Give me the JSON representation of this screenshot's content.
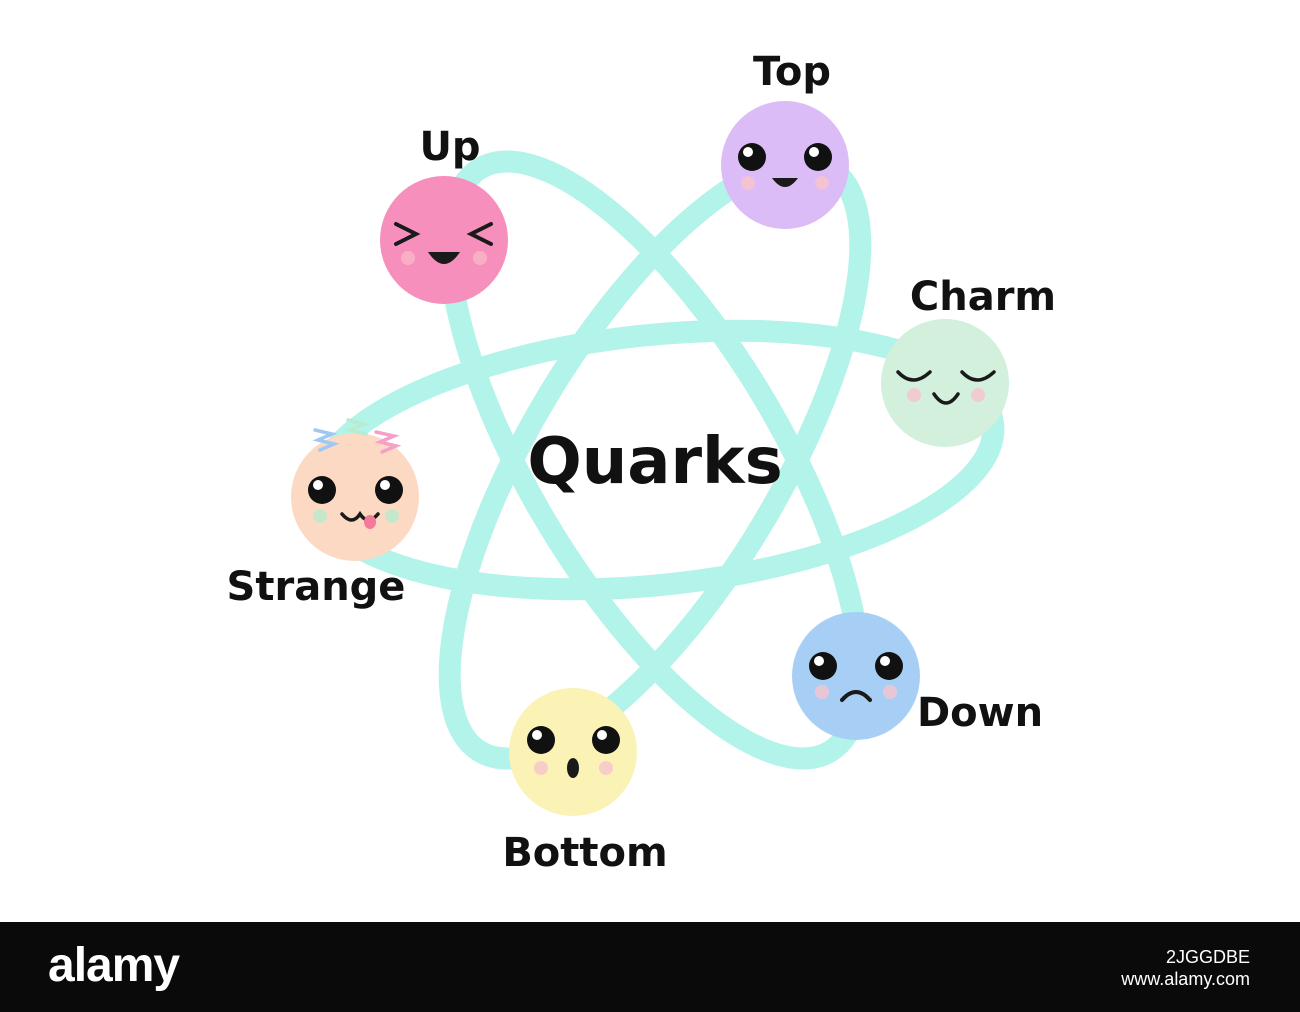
{
  "title": "Quarks",
  "quarks": [
    {
      "name": "Up",
      "color": "#f78fbd",
      "expression": "laughing"
    },
    {
      "name": "Top",
      "color": "#dcbcf7",
      "expression": "smiling"
    },
    {
      "name": "Charm",
      "color": "#d3f0dc",
      "expression": "content"
    },
    {
      "name": "Strange",
      "color": "#fbd9c3",
      "expression": "playful"
    },
    {
      "name": "Down",
      "color": "#a7cff6",
      "expression": "sad"
    },
    {
      "name": "Bottom",
      "color": "#fbf3b6",
      "expression": "surprised"
    }
  ],
  "orbit_color": "#b2f3ea",
  "footer": {
    "logo": "alamy",
    "image_id": "2JGGDBE",
    "site": "www.alamy.com"
  }
}
